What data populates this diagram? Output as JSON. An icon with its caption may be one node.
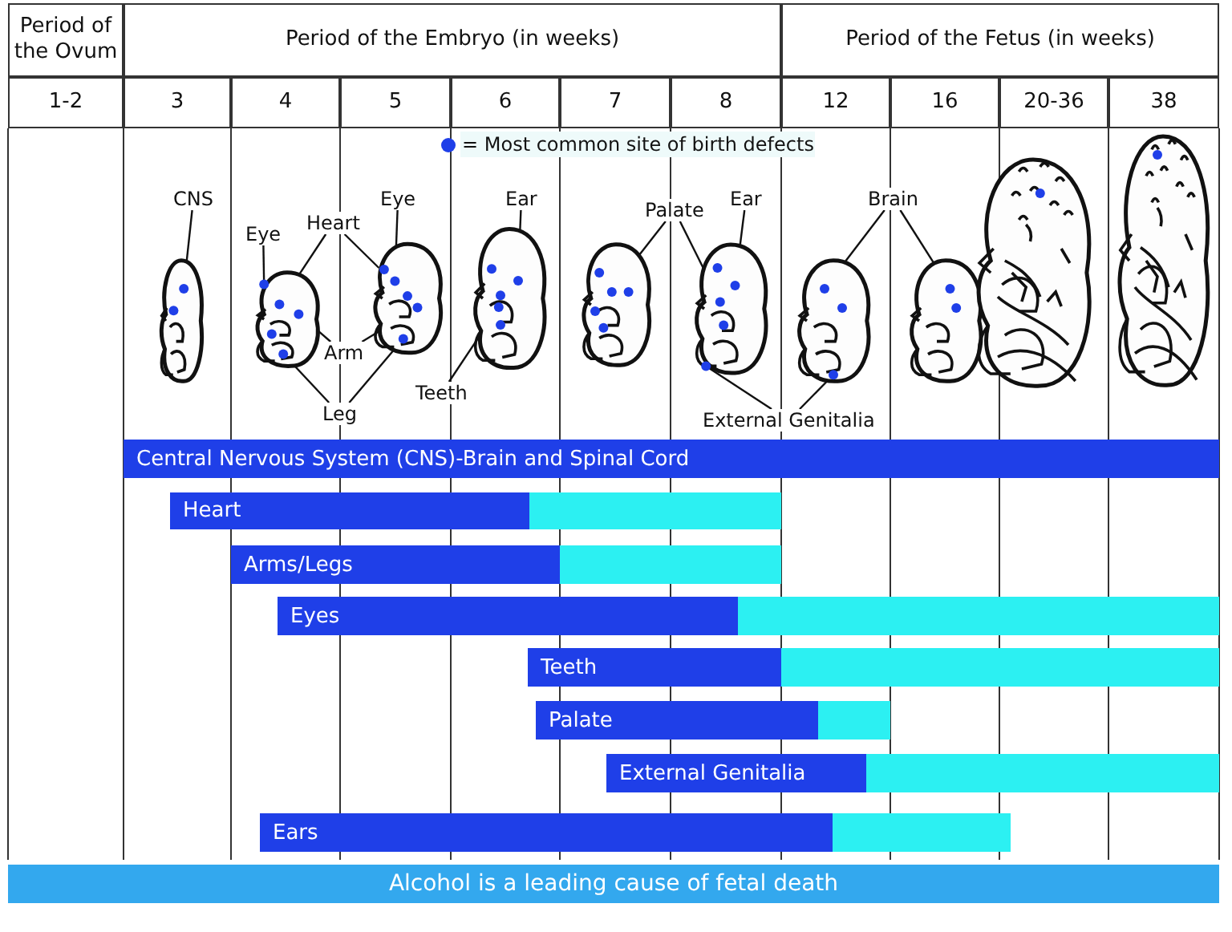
{
  "diagram": {
    "nodes": [
      {
        "text": [],
        "shape": "picture"
      },
      {
        "text": [],
        "shape": "picture"
      },
      {
        "text": [],
        "shape": "picture"
      },
      {
        "text": [],
        "shape": "picture"
      },
      {
        "text": [],
        "shape": "picture"
      },
      {
        "text": [],
        "shape": "picture"
      },
      {
        "text": [],
        "shape": "picture"
      },
      {
        "text": [],
        "shape": "picture"
      },
      {
        "text": [],
        "shape": "picture"
      },
      {
        "text": [],
        "shape": "picture"
      },
      {
        "text": [
          "CNS"
        ]
      },
      {
        "text": [
          "Eye"
        ]
      },
      {
        "text": [
          "Heart"
        ]
      },
      {
        "text": [
          "Eye"
        ]
      },
      {
        "text": [
          "Ear"
        ]
      },
      {
        "text": [
          "Palate"
        ]
      },
      {
        "text": [
          "Ear"
        ]
      },
      {
        "text": [
          "Brain"
        ]
      },
      {
        "text": [
          "Arm"
        ]
      },
      {
        "text": [
          "Teeth"
        ]
      },
      {
        "text": [
          "Leg"
        ]
      },
      {
        "text": [
          "External Genitalia"
        ]
      },
      {
        "text": [
          "Central Nervous System (CNS)-Brain and Spinal Cord"
        ]
      },
      {
        "text": [
          "Heart"
        ]
      },
      {
        "text": [
          "Arms/Legs"
        ]
      },
      {
        "text": [
          "Eyes"
        ]
      },
      {
        "text": [
          "Teeth"
        ]
      },
      {
        "text": [
          "Palate"
        ]
      },
      {
        "text": [
          "External Genitalia"
        ]
      },
      {
        "text": [
          "Ears"
        ]
      },
      {
        "text": [
          "Alcohol is a leading cause of fetal death"
        ]
      }
    ],
    "edges": [
      {
        "from": 10,
        "to": 0,
        "arrow": "none"
      },
      {
        "from": 11,
        "to": 1,
        "arrow": "none"
      },
      {
        "from": 12,
        "to": 1,
        "arrow": "none"
      },
      {
        "from": 12,
        "to": 2,
        "arrow": "none"
      },
      {
        "from": 13,
        "to": 2,
        "arrow": "none"
      },
      {
        "from": 14,
        "to": 3,
        "arrow": "none"
      },
      {
        "from": 15,
        "to": 4,
        "arrow": "none"
      },
      {
        "from": 15,
        "to": 5,
        "arrow": "none"
      },
      {
        "from": 16,
        "to": 5,
        "arrow": "none"
      },
      {
        "from": 17,
        "to": 6,
        "arrow": "none"
      },
      {
        "from": 17,
        "to": 7,
        "arrow": "none"
      },
      {
        "from": 18,
        "to": 1,
        "arrow": "none"
      },
      {
        "from": 18,
        "to": 2,
        "arrow": "none"
      },
      {
        "from": 19,
        "to": 3,
        "arrow": "none"
      },
      {
        "from": 20,
        "to": 1,
        "arrow": "none"
      },
      {
        "from": 20,
        "to": 2,
        "arrow": "none"
      },
      {
        "from": 21,
        "to": 5,
        "arrow": "none"
      },
      {
        "from": 21,
        "to": 6,
        "arrow": "none"
      }
    ],
    "labels": [
      "Period of the Ovum",
      "Period of the Embryo (in weeks)",
      "Period of the Fetus (in weeks)",
      "1-2",
      "3",
      "4",
      "5",
      "6",
      "7",
      "8",
      "12",
      "16",
      "20-36",
      "38"
    ],
    "legend": [
      {
        "text": "= Most common site of birth defects",
        "color": "#1f3fe8"
      }
    ]
  }
}
